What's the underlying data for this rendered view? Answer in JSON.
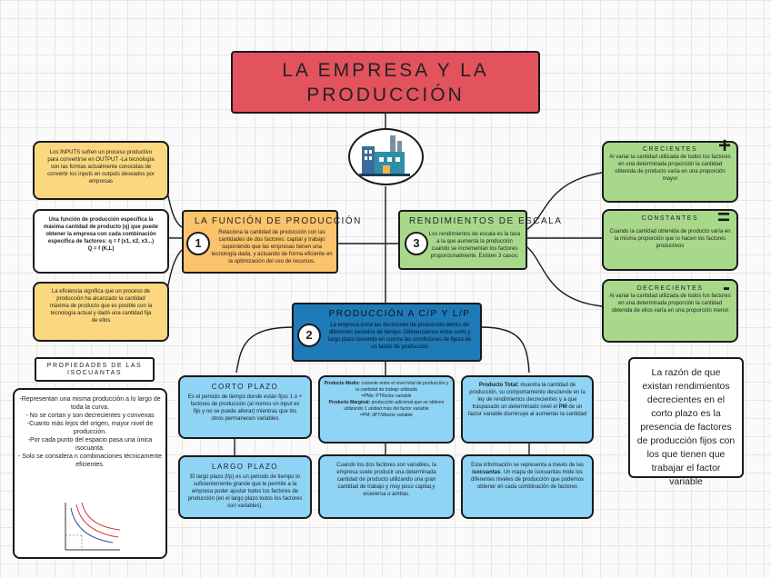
{
  "title": "LA EMPRESA Y LA PRODUCCIÓN",
  "funcion": {
    "number": "1",
    "title": "LA FUNCIÓN DE PRODUCCIÓN",
    "text": "Relaciona la cantidad de producción con las cantidades de dos factores: capital y trabajo suponiendo que las empresas tienen una tecnología dada, y actuando de forma eficiente en la optimización del uso de recursos."
  },
  "inputs_text": "Los INPUTS sufren un proceso productivo para convertirse en OUTPUT -La tecnología son las formas actualmente conocidas de convertir los inputs en outputs deseados por empresas",
  "funcion_def": {
    "text": "Una función de producción especifica la máxima cantidad de producto (q) que puede obtener la empresa con cada combinación específica de factores: q = f (x1, x2, x3...)",
    "formula": "Q = f (K,L)"
  },
  "eficiencia_text": "La eficiencia significa que un proceso de producción ha alcanzado la cantidad máxima de producto que es posible con la tecnología actual y dadA una cantidad fija de ellos",
  "rendimientos": {
    "number": "3",
    "title": "RENDIMIENTOS DE ESCALA",
    "text": "Los rendimientos de escala es la tasa a la que aumenta la producción cuando se incrementan los factores proporcionalmente. Existen 3 casos:"
  },
  "crecientes": {
    "title": "CRECIENTES",
    "symbol": "+",
    "text": "Al variar la cantidad utilizada de todos los factores en una determinada proporción la cantidad obtenida de producto varía en una proporción mayor"
  },
  "constantes": {
    "title": "CONSTANTES",
    "symbol": "=",
    "text": "Cuando la cantidad obtenida de producto varía en la misma proporción que lo hacen los factores productivos"
  },
  "decrecientes": {
    "title": "DECRECIENTES",
    "symbol": "-",
    "text": "Al variar la cantidad utilizada de todos los factores en una determinada proporción la cantidad obtenida de ellos varía en una proporción menor"
  },
  "produccion": {
    "number": "2",
    "title": "PRODUCCIÓN A C/P Y L/P",
    "text": "La empresa toma las decisiones de producción dentro de diferentes periodos de tiempo. Diferenciamos entre corto y largo plazo teniendo en cuenta las condiciones de fijeza de un factor de producción"
  },
  "corto_plazo": {
    "title": "CORTO PLAZO",
    "text": "Es el periodo de tiempo donde están fijos 1 o + factores de producción (al menos un input es fijo y no se puede alterar) mientras que los otros permanecen variables"
  },
  "largo_plazo": {
    "title": "LARGO PLAZO",
    "text": "El largo plazo (l/p) es un periodo de tiempo lo suficientemente grande que le permite a la empresa poder ajustar todos los factores de producción (en el largo plazo todos los factores son variables)."
  },
  "producto_medio": {
    "label": "Producto Medio:",
    "text": "cociente entre el nivel total de producción y la cantidad de trabajo utilizada",
    "formula": "=PMe: PT/factor variable"
  },
  "producto_marginal": {
    "label": "Producto Marginal:",
    "text": "producción adicional que se obtiene utilizando 1 unidad más del factor variable",
    "formula": "=PM: dPT/dfactor variable"
  },
  "producto_total": {
    "label": "Producto Total:",
    "text": "muestra la cantidad de producción, su comportamiento desciende en la ley de rendimientos decrecientes y a que traspasado un determinado nivel el",
    "pm": "PM",
    "text2": "de un factor variable disminuye al aumentar la cantidad"
  },
  "dos_factores_text": "Cuando los dos factores son variables, la empresa suele producir una determinada cantidad de producto utilizando una gran cantidad de trabajo y muy poco capital,y viceversa o ambas.",
  "isocuantas_text": {
    "before": "Esta información se representa a través de las",
    "bold": "isocuantas",
    "after": ". Un mapa de isocuantas mide los diferentes niveles de producción que podemos obtener en cada combinación de factores"
  },
  "propiedades": {
    "title": "PROPIEDADES DE LAS ISOCUANTAS",
    "items": [
      "-Representan una misma producción a lo largo de toda la curva.",
      "- No se cortan y son decrecientes y convexas",
      "-Cuanto más lejos del origen, mayor nivel de producción.",
      "-Por cada punto del espacio pasa una única isocuanta.",
      "- Solo se considera n combinaciones técnicamente eficientes."
    ]
  },
  "razon_text": "La razón de que existan rendimientos decrecientes en el corto plazo es la presencia de factores de producción fijos con los que tienen que trabajar el factor variable"
}
